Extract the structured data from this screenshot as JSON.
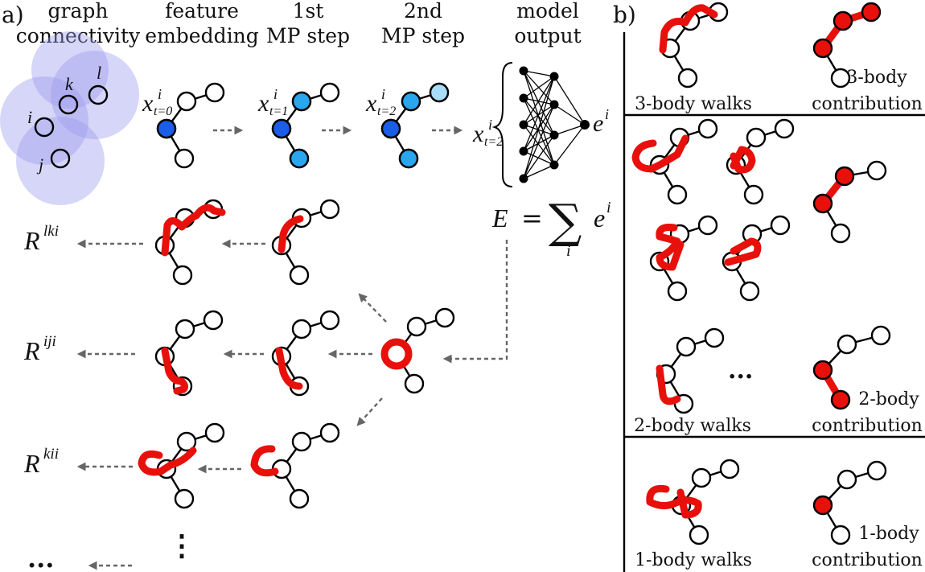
{
  "panels": {
    "a": "a)",
    "b": "b)"
  },
  "headers": [
    {
      "l1": "graph",
      "l2": "connectivity"
    },
    {
      "l1": "feature",
      "l2": "embedding"
    },
    {
      "l1": "1st",
      "l2": "MP step"
    },
    {
      "l1": "2nd",
      "l2": "MP step"
    },
    {
      "l1": "model",
      "l2": "output"
    }
  ],
  "atoms": {
    "i": "i",
    "j": "j",
    "k": "k",
    "l": "l"
  },
  "features": {
    "x": "x",
    "sup": "i",
    "t0": "t=0",
    "t1": "t=1",
    "t2": "t=2"
  },
  "output": {
    "e": "e",
    "sup": "i"
  },
  "energy": {
    "E": "E",
    "eq": "=",
    "sum": "∑",
    "sub": "i",
    "e": "e",
    "sup": "i"
  },
  "rows": [
    {
      "base": "R",
      "sup": "lki"
    },
    {
      "base": "R",
      "sup": "iji"
    },
    {
      "base": "R",
      "sup": "kii"
    }
  ],
  "ellipsis_h": "...",
  "ellipsis_v": "⋮",
  "right_ellipsis": "...",
  "colors": {
    "walk": "#e8100b",
    "node_dark": "#1a5ee8",
    "node_mid": "#2aa6ef",
    "node_light": "#a8dcf8",
    "cutoff": "#9999ee"
  },
  "sections": [
    {
      "left": "3-body walks",
      "right_l1": "3-body",
      "right_l2": "contribution"
    },
    {
      "left": "2-body walks",
      "right_l1": "2-body",
      "right_l2": "contribution"
    },
    {
      "left": "1-body walks",
      "right_l1": "1-body",
      "right_l2": "contribution"
    }
  ]
}
